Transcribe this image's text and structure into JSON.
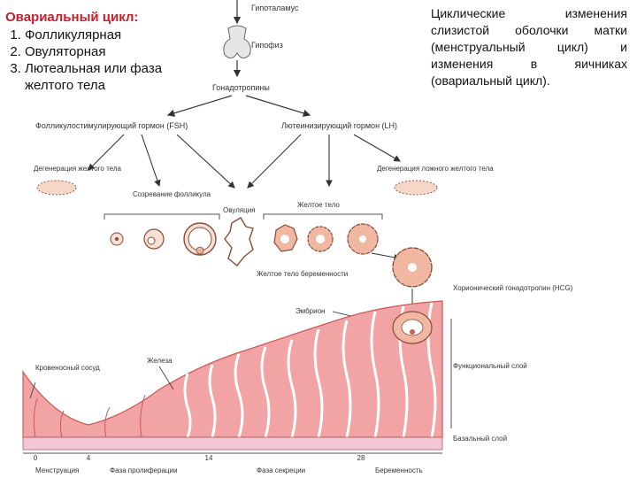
{
  "title_block": {
    "heading": "Овариальный цикл:",
    "items": [
      "Фолликулярная",
      "Овуляторная",
      "Лютеальная или фаза желтого тела"
    ]
  },
  "description": "Циклические изменения слизистой оболочки матки (менструальный цикл) и изменения в яичниках (овариальный цикл).",
  "diagram": {
    "hypothalamus": "Гипоталамус",
    "pituitary": "Гипофиз",
    "gonadotropins": "Гонадотропины",
    "fsh": "Фолликулостимулирующий гормон (FSH)",
    "lh": "Лютеинизирующий гормон (LH)",
    "degeneration_corpus": "Дегенерация желтого тела",
    "follicle_maturation": "Созревание фолликула",
    "ovulation": "Овуляция",
    "corpus_luteum": "Желтое тело",
    "degeneration_false": "Дегенерация ложного желтого тела",
    "pregnancy_corpus": "Желтое тело беременности",
    "hcg": "Хорионический гонадотропин (HCG)",
    "embryo": "Эмбрион",
    "blood_vessel": "Кровеносный сосуд",
    "gland": "Железа",
    "functional_layer": "Функциональный слой",
    "basal_layer": "Базальный слой",
    "day_ticks": [
      "0",
      "4",
      "14",
      "28"
    ],
    "phases": [
      "Менструация",
      "Фаза пролиферации",
      "Фаза секреции",
      "Беременность"
    ]
  },
  "colors": {
    "heading_red": "#c8202a",
    "endometrium": "#f2a4a4",
    "endometrium_dark": "#c75a5a",
    "basal": "#f3c6d6",
    "ovary_tissue": "#f0b8a0"
  }
}
